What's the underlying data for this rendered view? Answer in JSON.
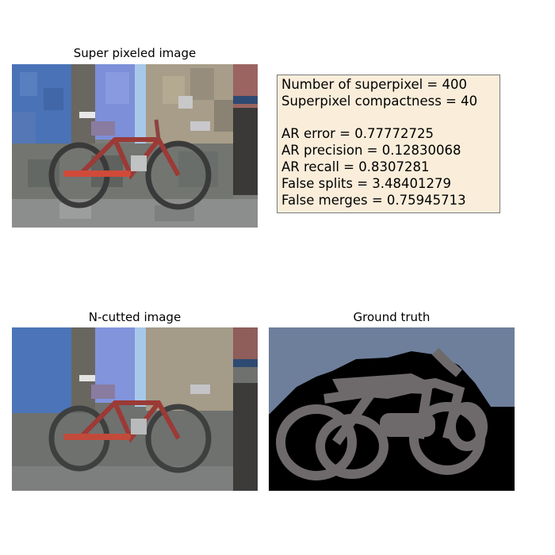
{
  "panels": {
    "superpixel": {
      "title": "Super pixeled image"
    },
    "ncut": {
      "title": "N-cutted image"
    },
    "ground_truth": {
      "title": "Ground truth"
    }
  },
  "info": {
    "num_superpixel": "Number of superpixel = 400",
    "compactness": "Superpixel compactness = 40",
    "ar_error": "AR error = 0.77772725",
    "ar_precision": "AR precision = 0.12830068",
    "ar_recall": "AR recall = 0.8307281",
    "false_splits": "False splits = 3.48401279",
    "false_merges": "False merges = 0.75945713"
  },
  "colors": {
    "info_background": "#faeedb",
    "info_border": "#7a7a7a",
    "gt_sky": "#6e7f9b",
    "gt_bike": "#6e6a6b",
    "gt_background": "#000000"
  }
}
